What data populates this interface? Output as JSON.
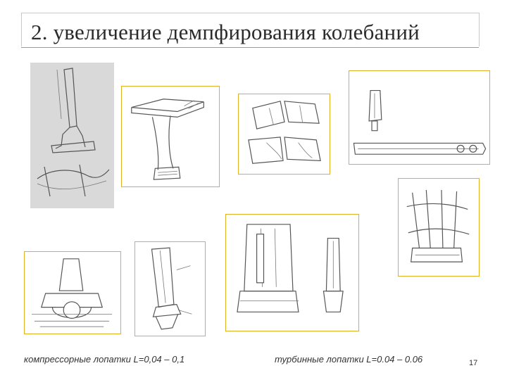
{
  "slide": {
    "title": "2. увеличение демпфирования колебаний",
    "caption_left": "компрессорные лопатки L=0,04 – 0,1",
    "caption_right": "турбинные лопатки L=0.04 – 0.06",
    "page_number": "17"
  },
  "figures": [
    {
      "name": "compressor-blade-figure-1"
    },
    {
      "name": "compressor-blade-figure-2"
    },
    {
      "name": "shroud-diagram-figure"
    },
    {
      "name": "blade-with-damper-figure"
    },
    {
      "name": "turbine-blade-row-figure"
    },
    {
      "name": "blade-root-section-figure"
    },
    {
      "name": "blade-with-pin-figure"
    },
    {
      "name": "cooled-turbine-blade-figure"
    }
  ]
}
